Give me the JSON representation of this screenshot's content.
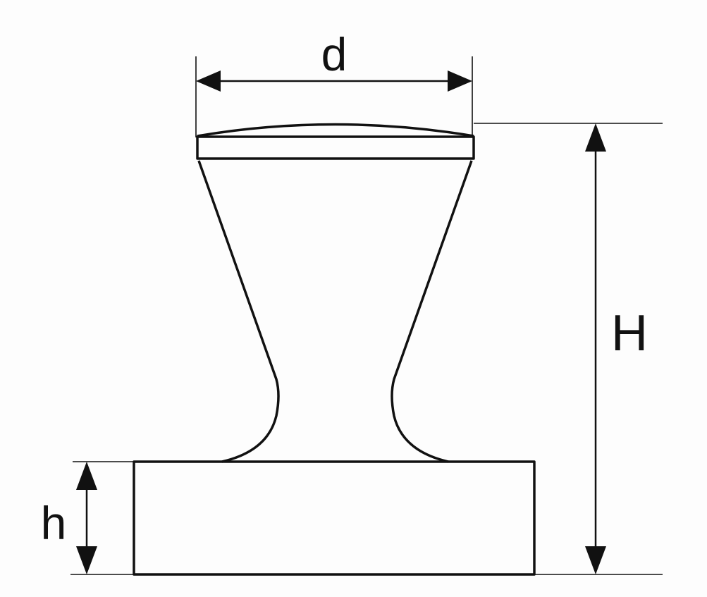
{
  "diagram": {
    "labels": {
      "diameter": "d",
      "total_height": "H",
      "base_height": "h"
    },
    "colors": {
      "stroke": "#111111",
      "background": "#fdfdfd"
    }
  }
}
